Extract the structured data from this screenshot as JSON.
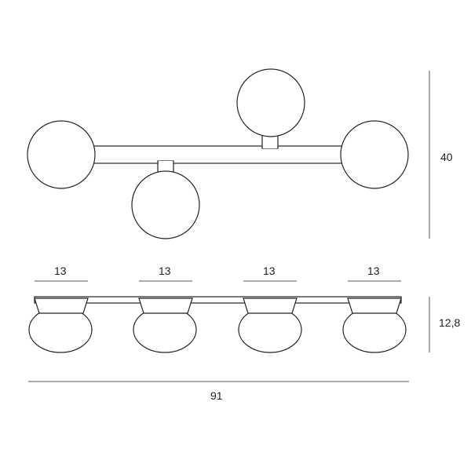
{
  "top_view": {
    "height_label": "40"
  },
  "side_view": {
    "shade_width_labels": [
      "13",
      "13",
      "13",
      "13"
    ],
    "height_label": "12,8",
    "total_width_label": "91"
  }
}
